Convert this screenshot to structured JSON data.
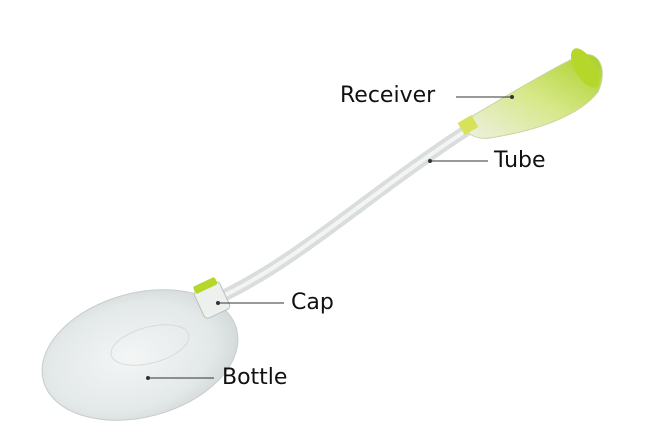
{
  "labels": {
    "receiver": "Receiver",
    "tube": "Tube",
    "cap": "Cap",
    "bottle": "Bottle"
  },
  "colors": {
    "accent_green": "#b5d62a",
    "body_translucent": "#e8eceb",
    "leader_line": "#333333"
  }
}
